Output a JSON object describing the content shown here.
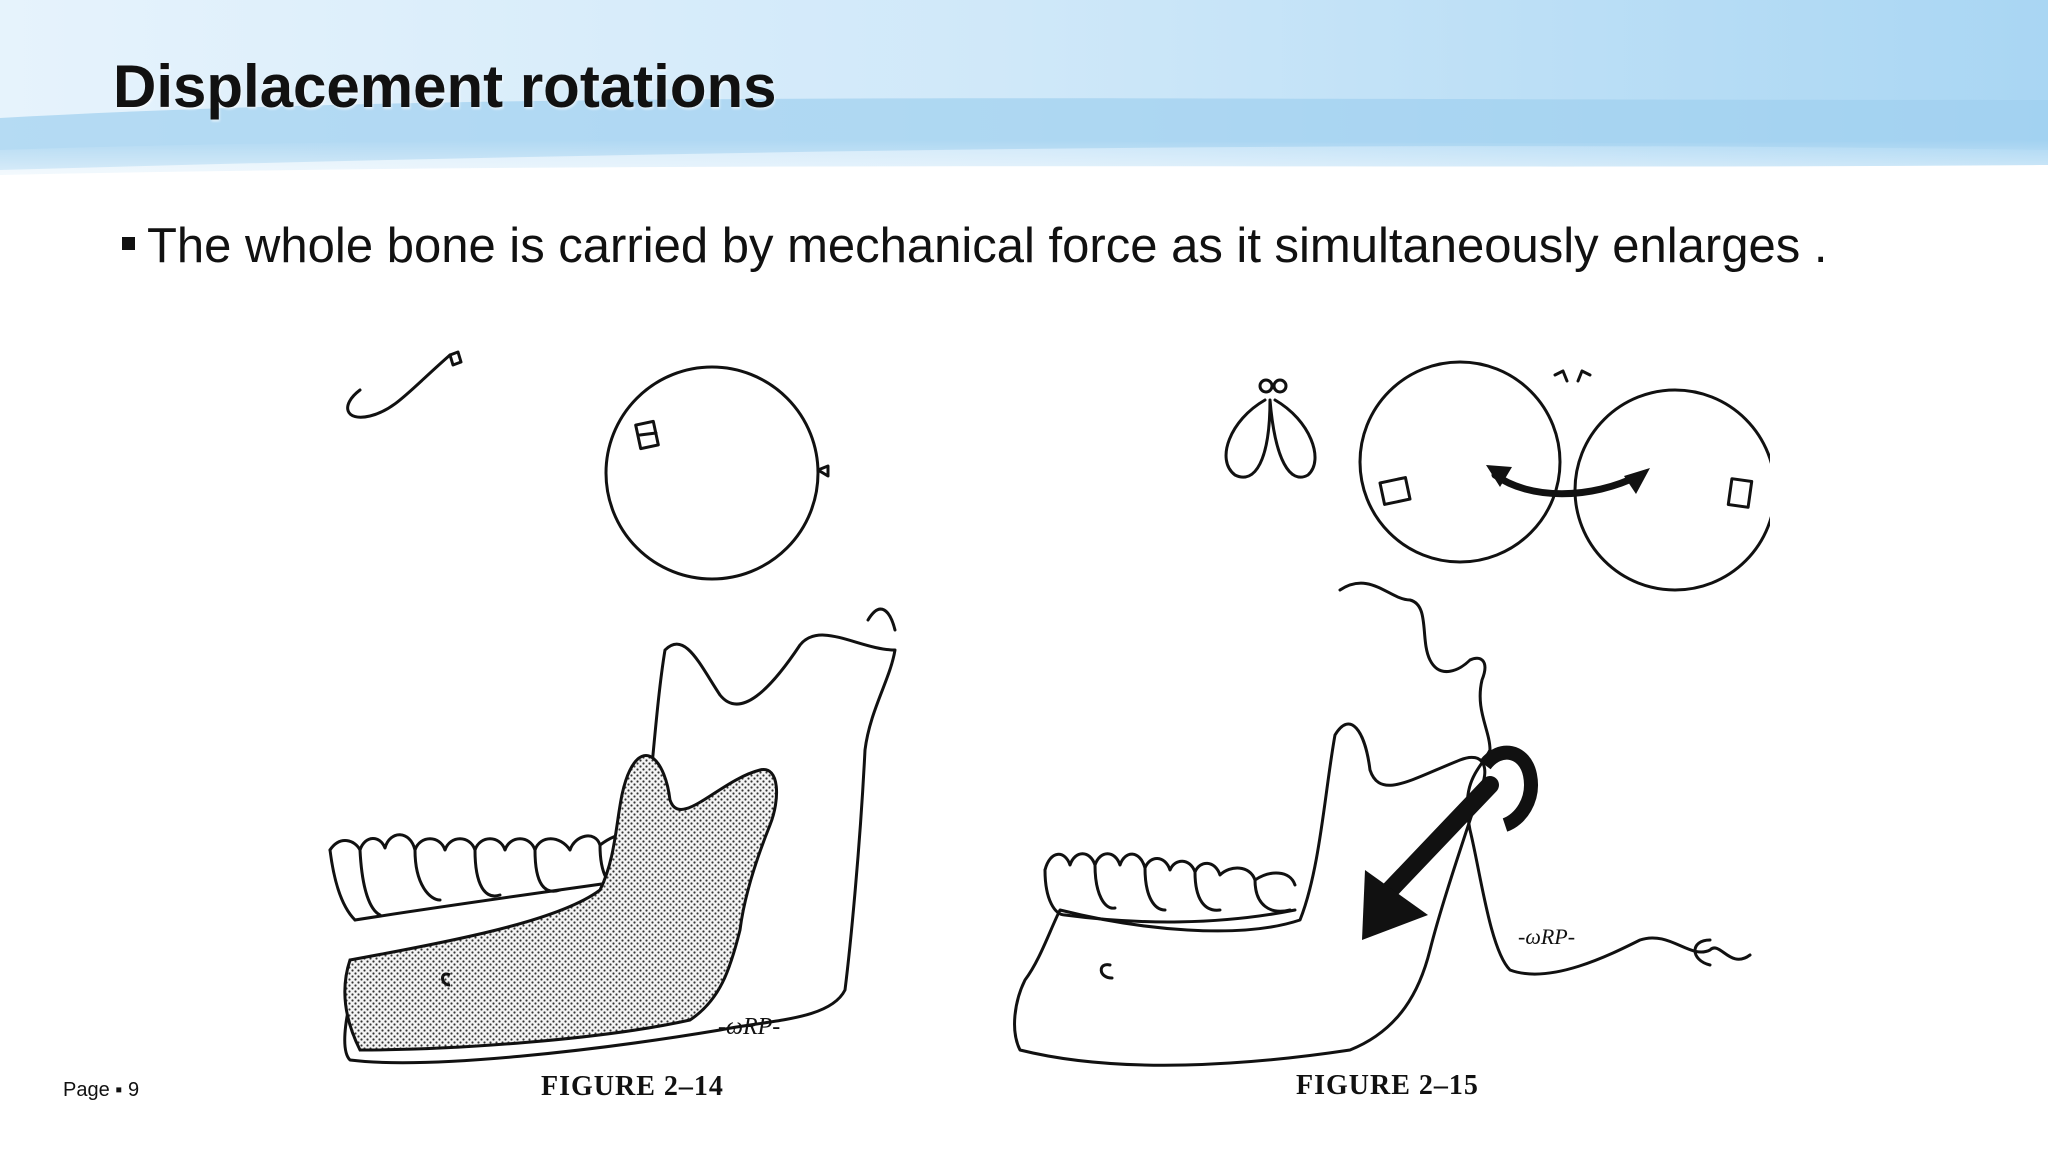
{
  "slide": {
    "title": "Displacement rotations",
    "bullet": "The whole bone is carried by mechanical force as it simultaneously enlarges .",
    "page_label": "Page",
    "page_separator": "▪",
    "page_number": "9"
  },
  "figures": [
    {
      "caption": "FIGURE 2–14",
      "signature": "-ωRP-"
    },
    {
      "caption": "FIGURE 2–15",
      "signature": "-ωRP-"
    }
  ],
  "colors": {
    "header_light": "#dff0fb",
    "header_mid": "#9fd2f2",
    "header_dark": "#6db9ea",
    "ink": "#111111"
  }
}
